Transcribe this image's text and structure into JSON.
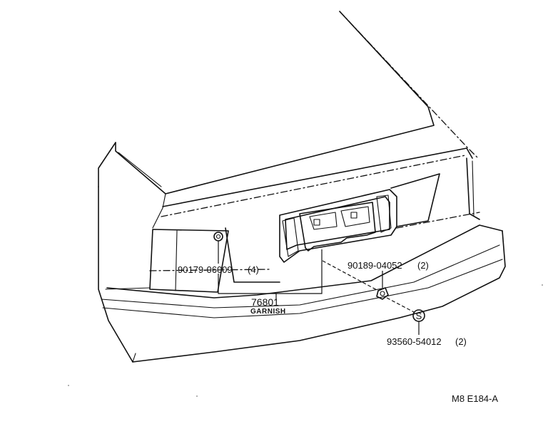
{
  "parts": [
    {
      "part_no": "90179-06009",
      "qty": "(4)"
    },
    {
      "part_no": "90189-04052",
      "qty": "(2)"
    },
    {
      "part_no": "93560-54012",
      "qty": "(2)"
    },
    {
      "part_no": "76801",
      "name": "GARNISH"
    }
  ],
  "screw_mark_symbol": "S",
  "figure_ref": "M8 E184-A"
}
